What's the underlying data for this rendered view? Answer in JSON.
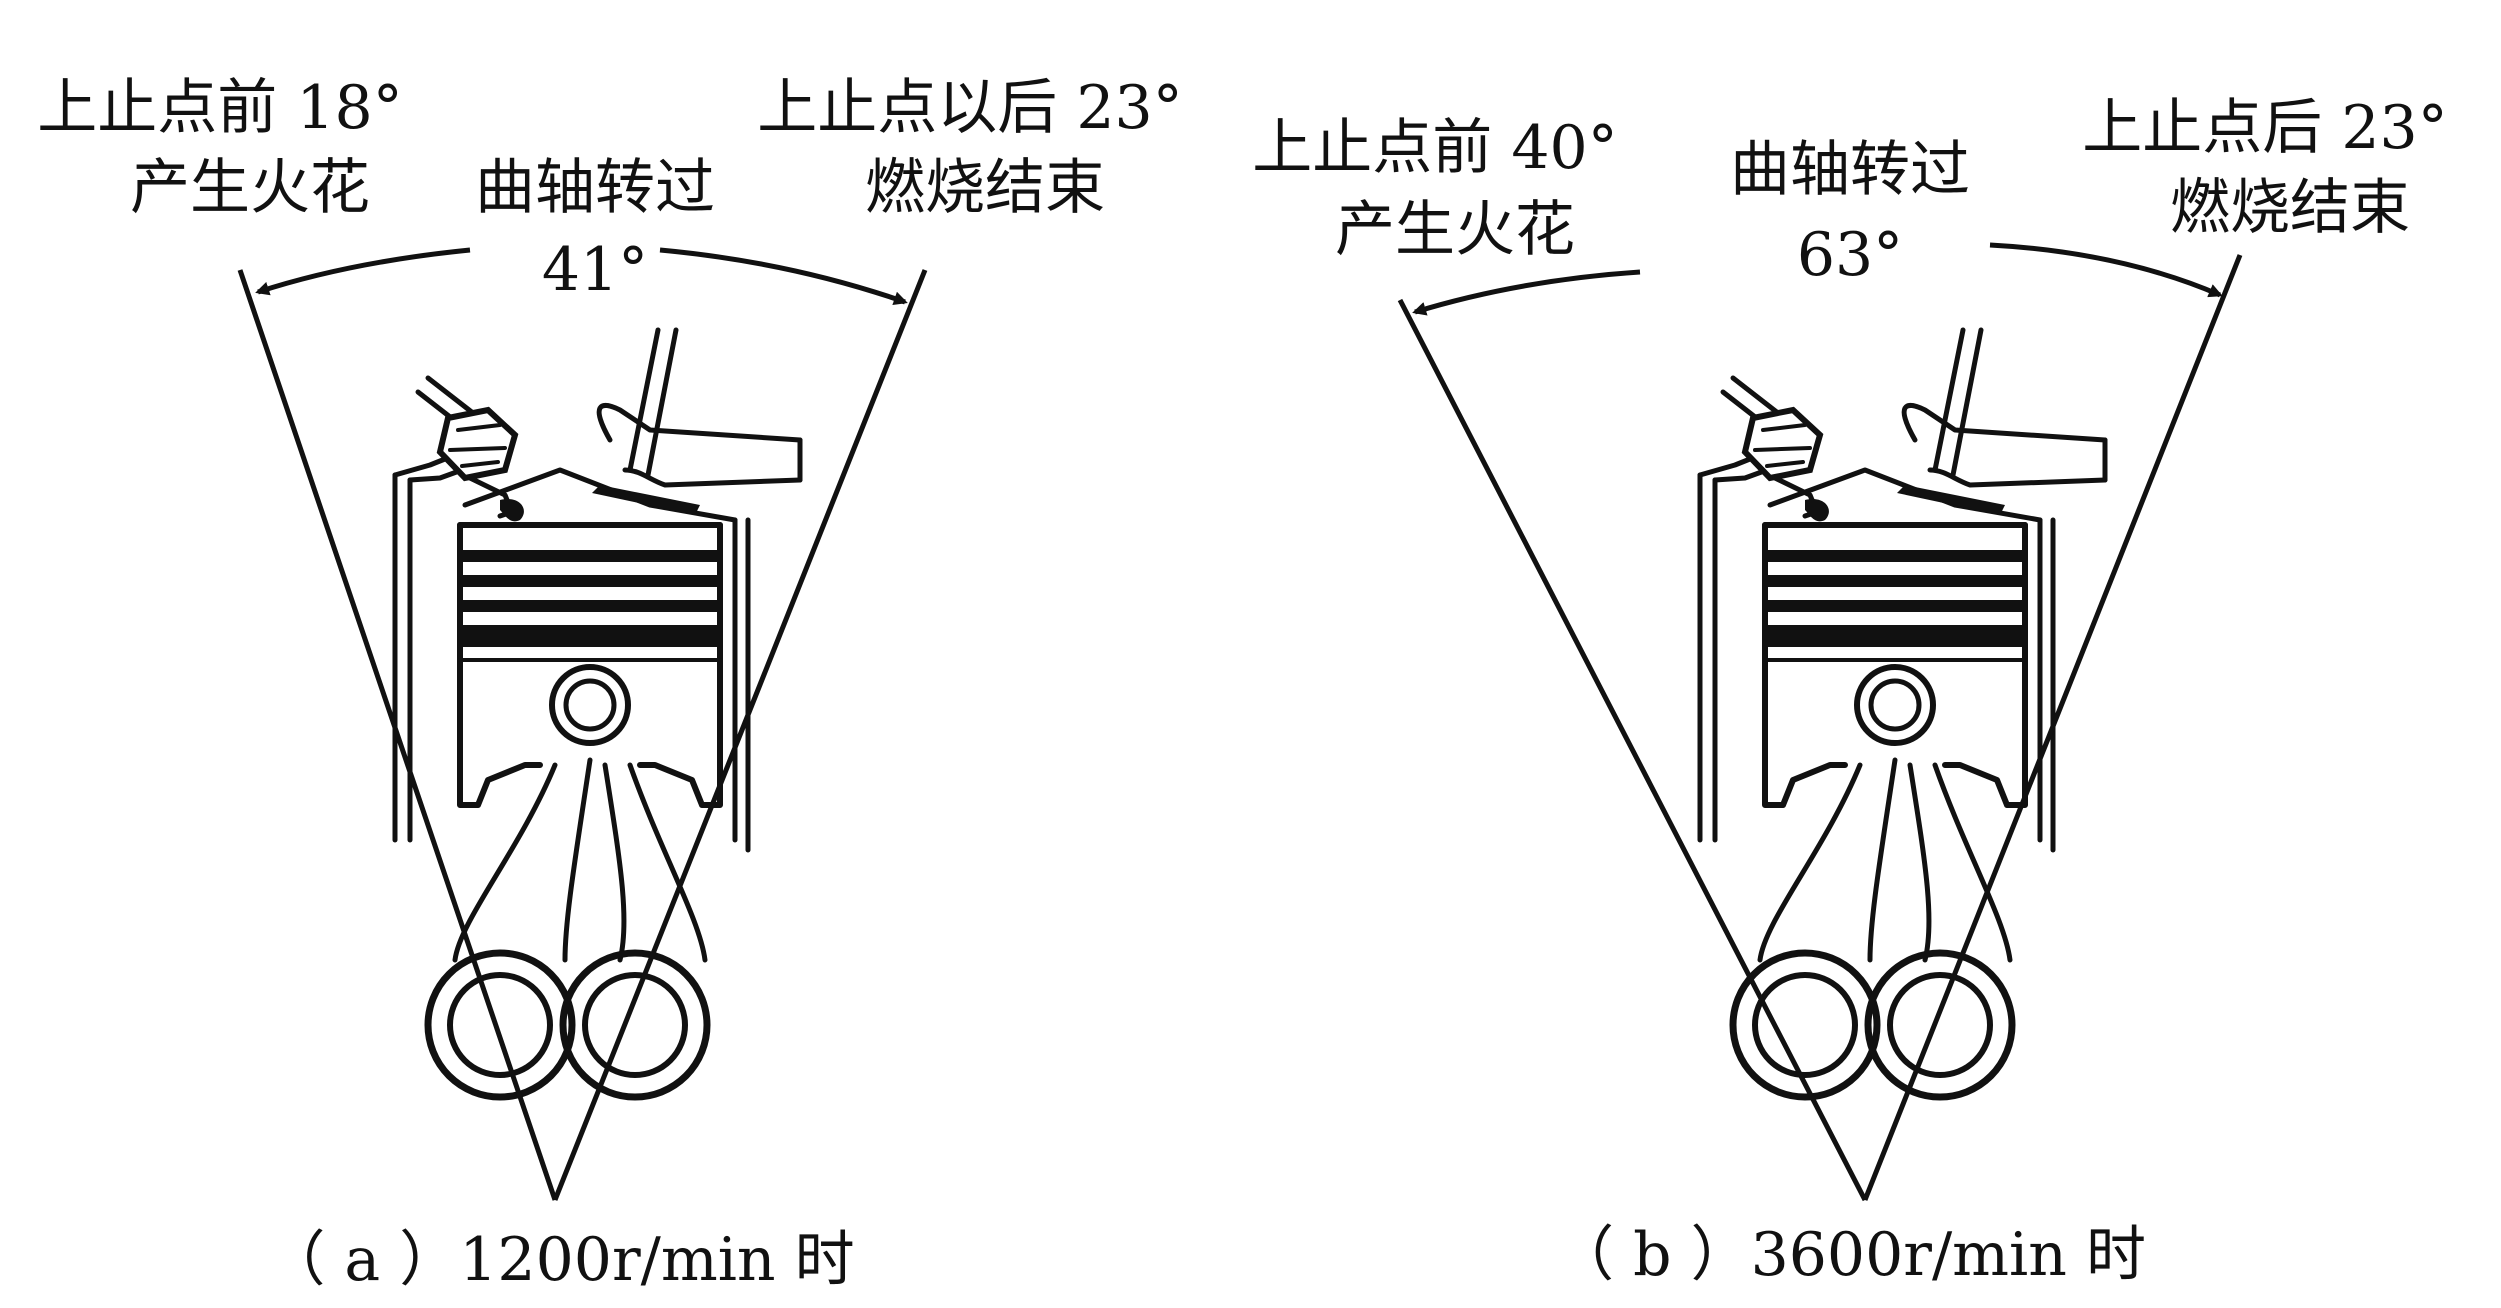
{
  "panels": [
    {
      "id": "a",
      "spark_label": [
        "上止点前 18°",
        "产生火花"
      ],
      "rotation_label": [
        "曲轴转过",
        "41°"
      ],
      "end_label": [
        "上止点以后 23°",
        "燃烧结束"
      ],
      "caption": "（ a ）1200r/min 时",
      "spark_angle_deg": 18,
      "end_angle_deg": 23,
      "total_angle_deg": 41,
      "engine_speed_rpm": 1200
    },
    {
      "id": "b",
      "spark_label": [
        "上止点前 40°",
        "产生火花"
      ],
      "rotation_label": [
        "曲轴转过",
        "63°"
      ],
      "end_label": [
        "上止点后 23°",
        "燃烧结束"
      ],
      "caption": "（ b ）3600r/min 时",
      "spark_angle_deg": 40,
      "end_angle_deg": 23,
      "total_angle_deg": 63,
      "engine_speed_rpm": 3600
    }
  ]
}
